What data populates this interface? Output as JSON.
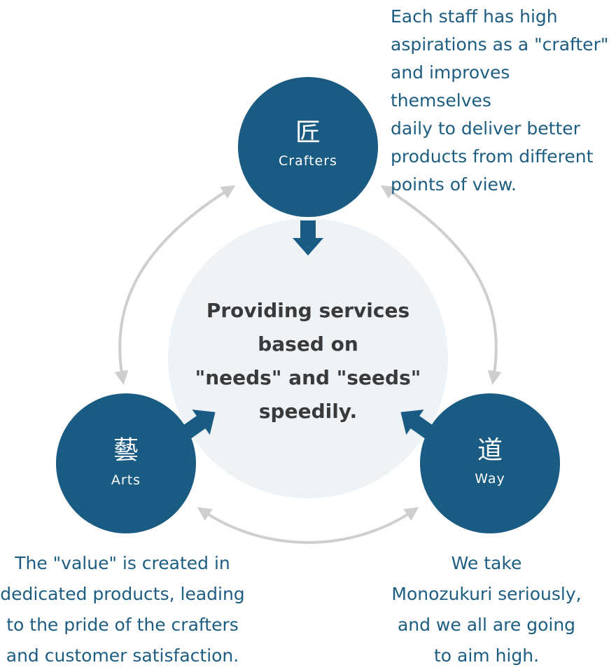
{
  "colors": {
    "node": "#195b82",
    "node_text": "#ffffff",
    "center_fill": "#eef3f7",
    "cycle_arrow": "#cfcfcf",
    "center_text": "#3a3a3a",
    "desc_text": "#1d5d82"
  },
  "nodes": {
    "crafters": {
      "kanji": "匠",
      "label": "Crafters"
    },
    "arts": {
      "kanji": "藝",
      "label": "Arts"
    },
    "way": {
      "kanji": "道",
      "label": "Way"
    }
  },
  "center": {
    "lines": [
      "Providing services",
      "based on",
      "\"needs\" and \"seeds\"",
      "speedily."
    ]
  },
  "descriptions": {
    "crafters": [
      "Each staff has high",
      "aspirations as a \"crafter\"",
      "and improves themselves",
      "daily to deliver better",
      "products from different",
      "points of view."
    ],
    "arts": [
      "The \"value\" is created in",
      "dedicated products, leading",
      "to the pride of the crafters",
      "and customer satisfaction."
    ],
    "way": [
      "We take",
      "Monozukuri seriously,",
      "and we all are going",
      "to aim high."
    ]
  }
}
